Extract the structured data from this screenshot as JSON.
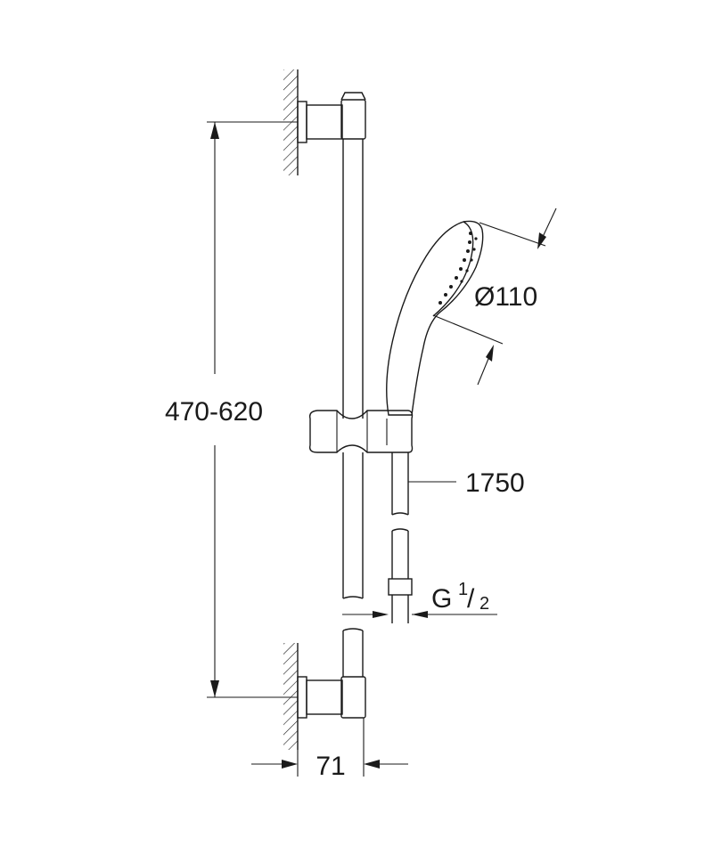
{
  "dimensions": {
    "height_range": "470-620",
    "diameter": "Ø110",
    "hose_length": "1750",
    "thread_letter": "G",
    "thread_numerator": "1",
    "thread_separator": "/",
    "thread_denominator": "2",
    "wall_offset": "71"
  },
  "colors": {
    "ink": "#1a1a1a",
    "background": "#ffffff"
  }
}
